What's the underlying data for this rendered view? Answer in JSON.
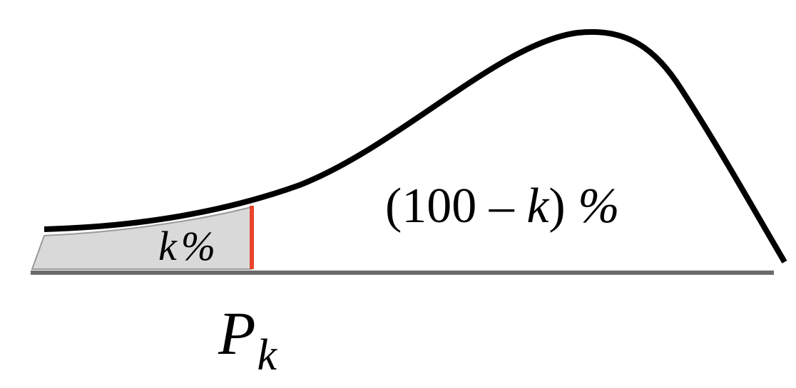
{
  "labels": {
    "left_area_var": "k",
    "left_area_pct": "%",
    "right_area_open": "(100 – ",
    "right_area_var": "k",
    "right_area_close": ")",
    "right_area_pct": " %",
    "percentile_symbol": "P",
    "percentile_subscript": "k"
  },
  "colors": {
    "curve": "#000000",
    "baseline": "#6b6b6b",
    "shaded_fill": "#d9d9d9",
    "shaded_edge": "#9a9a9a",
    "percentile_marker": "#e8452c",
    "background": "#ffffff"
  }
}
